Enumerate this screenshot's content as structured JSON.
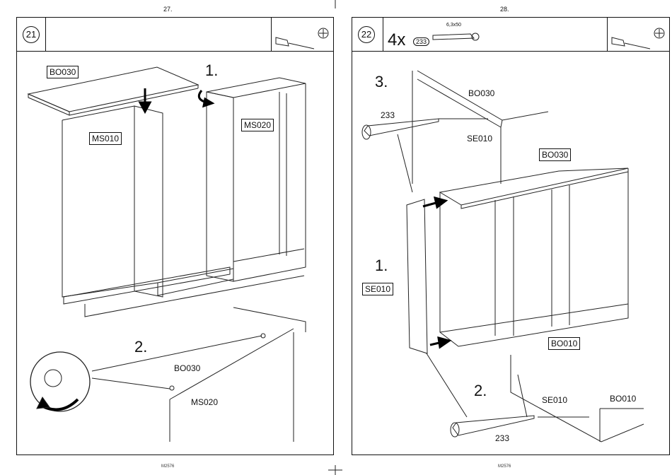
{
  "left_page": {
    "page_number": "27.",
    "step": "21",
    "tool_icon": "phillips-screwdriver-icon",
    "labels": {
      "bo030": "BO030",
      "ms010": "MS010",
      "ms020": "MS020",
      "step1": "1.",
      "step2": "2.",
      "detail_bo030": "BO030",
      "detail_ms020": "MS020"
    },
    "footer": "M2576"
  },
  "right_page": {
    "page_number": "28.",
    "step": "22",
    "quantity": "4x",
    "part_number": "233",
    "screw_size": "6,3x50",
    "tool_icon": "phillips-screwdriver-icon",
    "labels": {
      "step3": "3.",
      "top_bo030": "BO030",
      "top_233": "233",
      "top_se010": "SE010",
      "bo030": "BO030",
      "step1": "1.",
      "se010": "SE010",
      "bo010": "BO010",
      "step2": "2.",
      "bottom_se010": "SE010",
      "bottom_bo010": "BO010",
      "bottom_233": "233"
    },
    "footer": "M2576"
  }
}
